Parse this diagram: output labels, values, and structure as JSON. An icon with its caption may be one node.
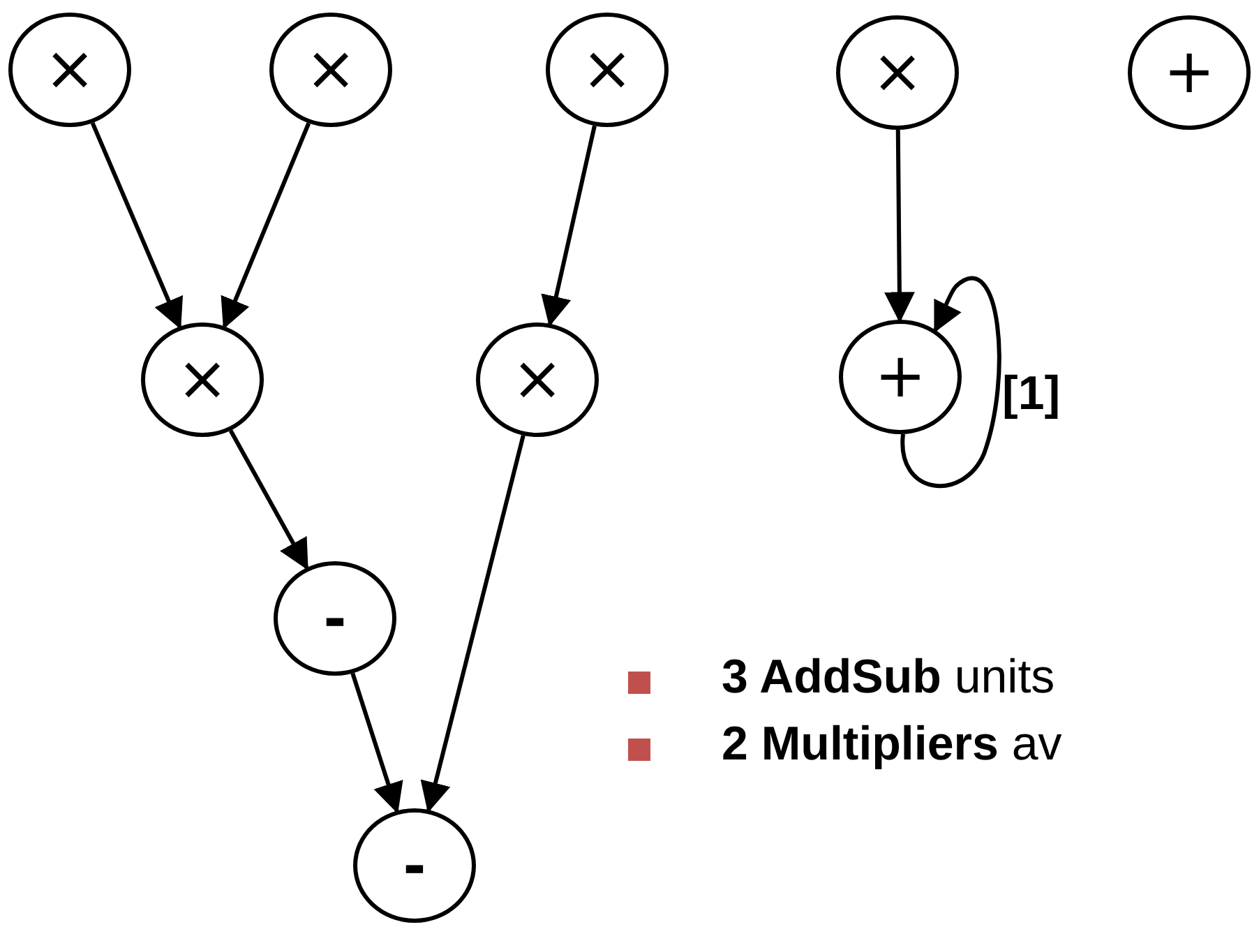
{
  "diagram": {
    "nodes": [
      {
        "text": [
          "×"
        ]
      },
      {
        "text": [
          "×"
        ]
      },
      {
        "text": [
          "×"
        ]
      },
      {
        "text": [
          "×"
        ]
      },
      {
        "text": [
          "+"
        ]
      },
      {
        "text": [
          "×"
        ]
      },
      {
        "text": [
          "×"
        ]
      },
      {
        "text": [
          "+"
        ]
      },
      {
        "text": [
          "-"
        ]
      },
      {
        "text": [
          "-"
        ]
      }
    ],
    "edges": [
      {
        "from": 0,
        "to": 5,
        "arrow": "to"
      },
      {
        "from": 1,
        "to": 5,
        "arrow": "to"
      },
      {
        "from": 2,
        "to": 6,
        "arrow": "to"
      },
      {
        "from": 3,
        "to": 7,
        "arrow": "to"
      },
      {
        "from": 7,
        "to": 7,
        "arrow": "to",
        "label": "[1]"
      },
      {
        "from": 5,
        "to": 8,
        "arrow": "to"
      },
      {
        "from": 8,
        "to": 9,
        "arrow": "to"
      },
      {
        "from": 6,
        "to": 9,
        "arrow": "to"
      }
    ],
    "labels": [
      "**3 AddSub** units",
      "**2 Multipliers** av"
    ]
  }
}
